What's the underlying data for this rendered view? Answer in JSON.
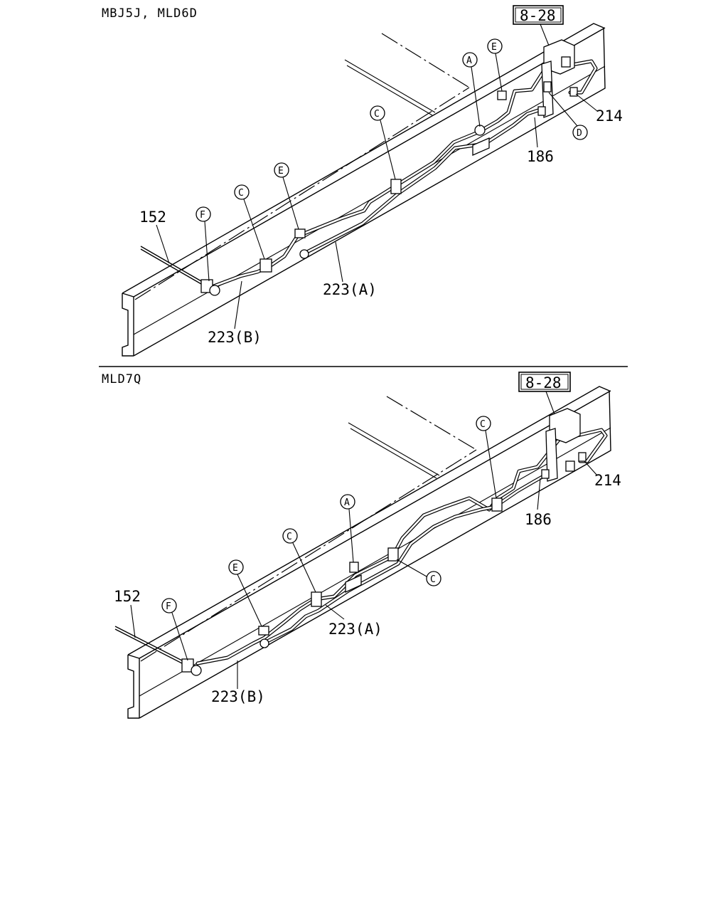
{
  "top_panel": {
    "model_label": "MBJ5J, MLD6D",
    "ref_box": "8-28",
    "parts": {
      "p152": "152",
      "p223a": "223(A)",
      "p223b": "223(B)",
      "p214": "214",
      "p186": "186"
    },
    "callouts": {
      "A": "A",
      "C1": "C",
      "C2": "C",
      "D": "D",
      "E1": "E",
      "E2": "E",
      "F": "F"
    }
  },
  "bottom_panel": {
    "model_label": "MLD7Q",
    "ref_box": "8-28",
    "parts": {
      "p152": "152",
      "p223a": "223(A)",
      "p223b": "223(B)",
      "p214": "214",
      "p186": "186"
    },
    "callouts": {
      "A": "A",
      "C1": "C",
      "C2": "C",
      "C3": "C",
      "E": "E",
      "F": "F"
    }
  }
}
